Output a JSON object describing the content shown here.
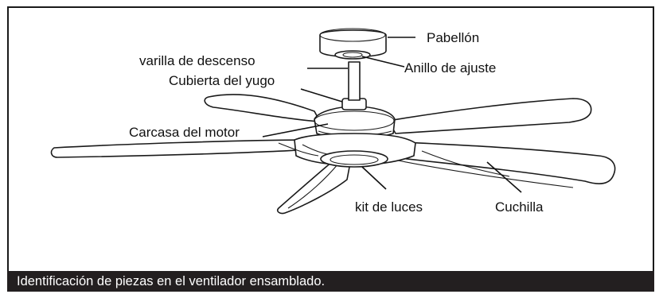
{
  "labels": {
    "pabellon": "Pabellón",
    "varilla": "varilla de descenso",
    "anillo": "Anillo de ajuste",
    "cubierta": "Cubierta del yugo",
    "carcasa": "Carcasa del motor",
    "kit": "kit de luces",
    "cuchilla": "Cuchilla"
  },
  "caption": "Identificación de piezas en el ventilador ensamblado."
}
